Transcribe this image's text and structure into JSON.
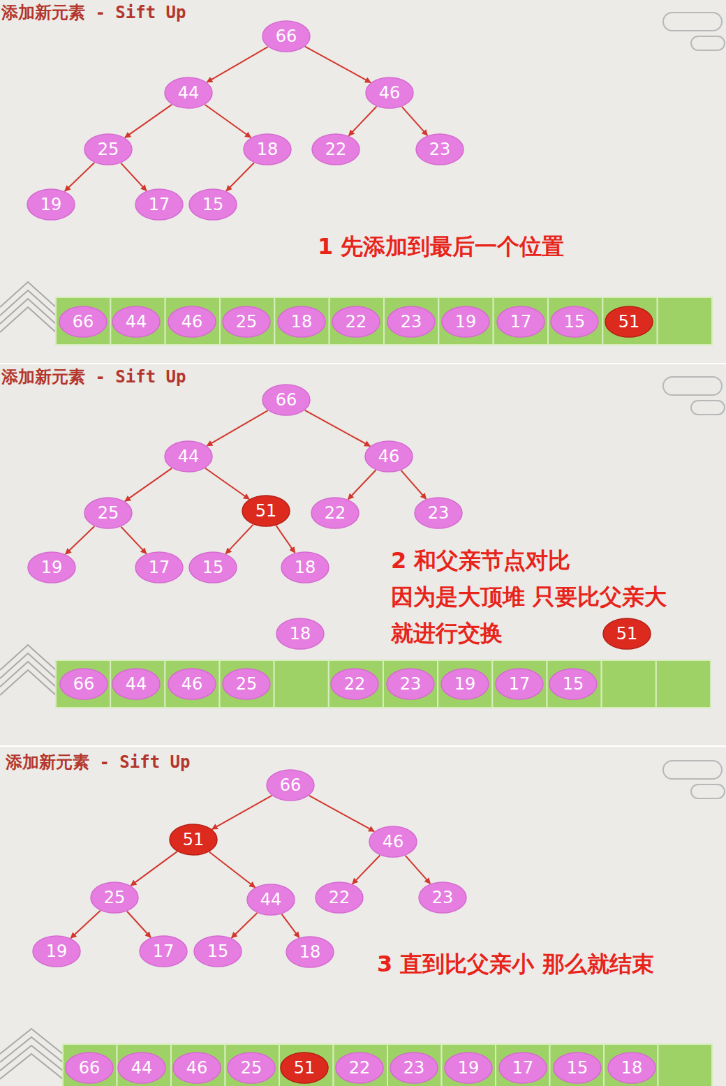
{
  "diagram": {
    "title": "添加新元素 - Sift Up",
    "nodes": [
      {
        "text": [
          "66"
        ]
      },
      {
        "text": [
          "44"
        ]
      },
      {
        "text": [
          "46"
        ]
      },
      {
        "text": [
          "25"
        ]
      },
      {
        "text": [
          "18"
        ]
      },
      {
        "text": [
          "22"
        ]
      },
      {
        "text": [
          "23"
        ]
      },
      {
        "text": [
          "19"
        ]
      },
      {
        "text": [
          "17"
        ]
      },
      {
        "text": [
          "15"
        ]
      },
      {
        "text": [
          "66"
        ]
      },
      {
        "text": [
          "44"
        ]
      },
      {
        "text": [
          "46"
        ]
      },
      {
        "text": [
          "25"
        ]
      },
      {
        "text": [
          "18"
        ]
      },
      {
        "text": [
          "22"
        ]
      },
      {
        "text": [
          "23"
        ]
      },
      {
        "text": [
          "19"
        ]
      },
      {
        "text": [
          "17"
        ]
      },
      {
        "text": [
          "15"
        ]
      },
      {
        "text": [
          "51"
        ]
      },
      {
        "text": [
          "66"
        ]
      },
      {
        "text": [
          "44"
        ]
      },
      {
        "text": [
          "46"
        ]
      },
      {
        "text": [
          "25"
        ]
      },
      {
        "text": [
          "51"
        ]
      },
      {
        "text": [
          "22"
        ]
      },
      {
        "text": [
          "23"
        ]
      },
      {
        "text": [
          "19"
        ]
      },
      {
        "text": [
          "17"
        ]
      },
      {
        "text": [
          "15"
        ]
      },
      {
        "text": [
          "18"
        ]
      },
      {
        "text": [
          "18"
        ]
      },
      {
        "text": [
          "51"
        ]
      },
      {
        "text": [
          "66"
        ]
      },
      {
        "text": [
          "44"
        ]
      },
      {
        "text": [
          "46"
        ]
      },
      {
        "text": [
          "25"
        ]
      },
      {
        "text": [
          "22"
        ]
      },
      {
        "text": [
          "23"
        ]
      },
      {
        "text": [
          "19"
        ]
      },
      {
        "text": [
          "17"
        ]
      },
      {
        "text": [
          "15"
        ]
      },
      {
        "text": [
          "66"
        ]
      },
      {
        "text": [
          "51"
        ]
      },
      {
        "text": [
          "46"
        ]
      },
      {
        "text": [
          "25"
        ]
      },
      {
        "text": [
          "44"
        ]
      },
      {
        "text": [
          "22"
        ]
      },
      {
        "text": [
          "23"
        ]
      },
      {
        "text": [
          "19"
        ]
      },
      {
        "text": [
          "17"
        ]
      },
      {
        "text": [
          "15"
        ]
      },
      {
        "text": [
          "18"
        ]
      },
      {
        "text": [
          "66"
        ]
      },
      {
        "text": [
          "44"
        ]
      },
      {
        "text": [
          "46"
        ]
      },
      {
        "text": [
          "25"
        ]
      },
      {
        "text": [
          "51"
        ]
      },
      {
        "text": [
          "22"
        ]
      },
      {
        "text": [
          "23"
        ]
      },
      {
        "text": [
          "19"
        ]
      },
      {
        "text": [
          "17"
        ]
      },
      {
        "text": [
          "15"
        ]
      },
      {
        "text": [
          "18"
        ]
      }
    ],
    "edges": [
      {
        "from": 0,
        "to": 1,
        "arrow": "to"
      },
      {
        "from": 0,
        "to": 2,
        "arrow": "to"
      },
      {
        "from": 1,
        "to": 3,
        "arrow": "to"
      },
      {
        "from": 1,
        "to": 4,
        "arrow": "to"
      },
      {
        "from": 2,
        "to": 5,
        "arrow": "to"
      },
      {
        "from": 2,
        "to": 6,
        "arrow": "to"
      },
      {
        "from": 3,
        "to": 7,
        "arrow": "to"
      },
      {
        "from": 3,
        "to": 8,
        "arrow": "to"
      },
      {
        "from": 4,
        "to": 9,
        "arrow": "to"
      },
      {
        "from": 21,
        "to": 22,
        "arrow": "to"
      },
      {
        "from": 21,
        "to": 23,
        "arrow": "to"
      },
      {
        "from": 22,
        "to": 24,
        "arrow": "to"
      },
      {
        "from": 22,
        "to": 25,
        "arrow": "to"
      },
      {
        "from": 23,
        "to": 26,
        "arrow": "to"
      },
      {
        "from": 23,
        "to": 27,
        "arrow": "to"
      },
      {
        "from": 24,
        "to": 28,
        "arrow": "to"
      },
      {
        "from": 24,
        "to": 29,
        "arrow": "to"
      },
      {
        "from": 25,
        "to": 30,
        "arrow": "to"
      },
      {
        "from": 25,
        "to": 31,
        "arrow": "to"
      },
      {
        "from": 43,
        "to": 44,
        "arrow": "to"
      },
      {
        "from": 43,
        "to": 45,
        "arrow": "to"
      },
      {
        "from": 44,
        "to": 46,
        "arrow": "to"
      },
      {
        "from": 44,
        "to": 47,
        "arrow": "to"
      },
      {
        "from": 45,
        "to": 48,
        "arrow": "to"
      },
      {
        "from": 45,
        "to": 49,
        "arrow": "to"
      },
      {
        "from": 46,
        "to": 50,
        "arrow": "to"
      },
      {
        "from": 46,
        "to": 51,
        "arrow": "to"
      },
      {
        "from": 47,
        "to": 52,
        "arrow": "to"
      },
      {
        "from": 47,
        "to": 53,
        "arrow": "to"
      }
    ],
    "labels": [
      "1 先添加到最后一个位置",
      "添加新元素 - Sift Up",
      "2 和父亲节点对比",
      "因为是大顶堆 只要比父亲大",
      "就进行交换",
      "添加新元素 - Sift Up",
      "3 直到比父亲小 那么就结束"
    ]
  }
}
